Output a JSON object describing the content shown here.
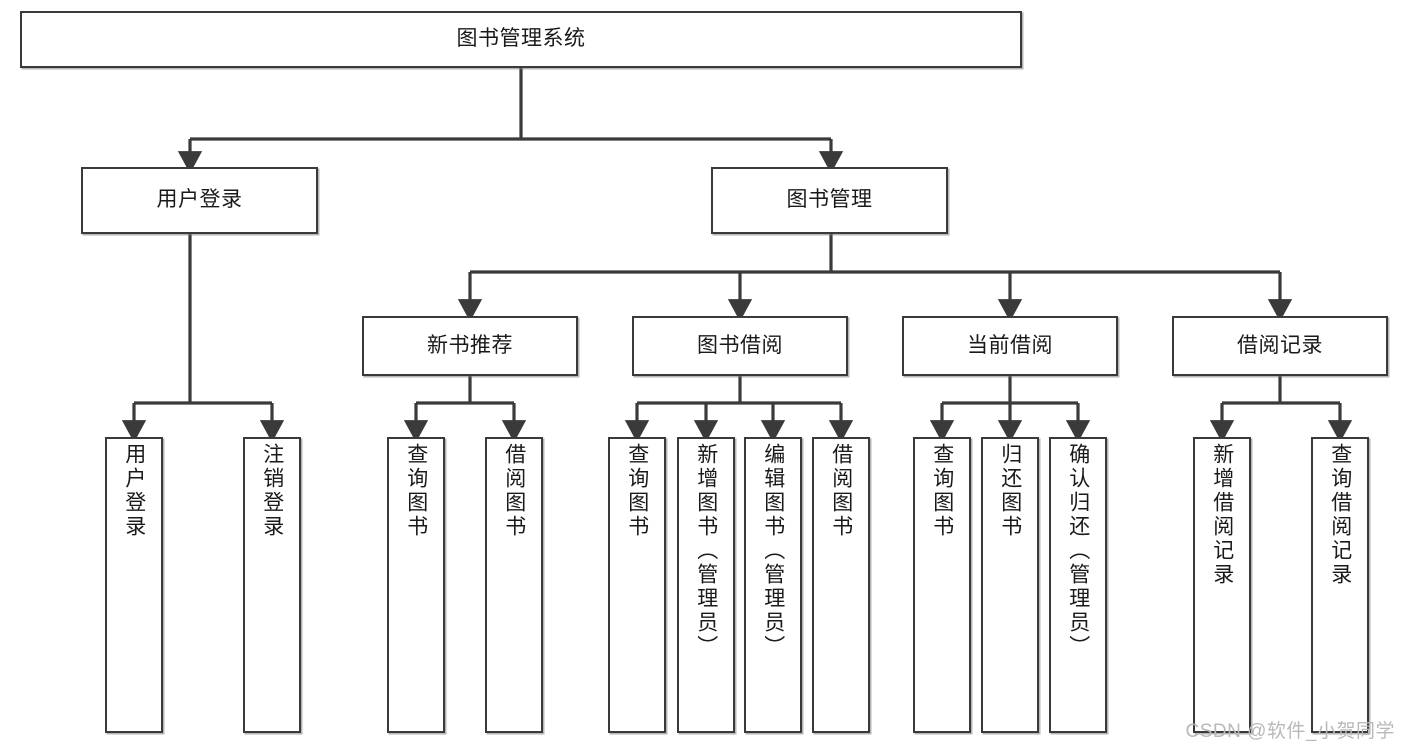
{
  "diagram": {
    "title": "图书管理系统",
    "type": "hierarchy-tree",
    "root": {
      "id": "root",
      "label": "图书管理系统",
      "orientation": "horizontal"
    },
    "level2": [
      {
        "id": "user-login",
        "label": "用户登录",
        "orientation": "horizontal"
      },
      {
        "id": "book-management",
        "label": "图书管理",
        "orientation": "horizontal"
      }
    ],
    "level3": [
      {
        "id": "new-book-recommend",
        "label": "新书推荐",
        "orientation": "horizontal",
        "parent": "book-management"
      },
      {
        "id": "book-borrow",
        "label": "图书借阅",
        "orientation": "horizontal",
        "parent": "book-management"
      },
      {
        "id": "current-borrow",
        "label": "当前借阅",
        "orientation": "horizontal",
        "parent": "book-management"
      },
      {
        "id": "borrow-record",
        "label": "借阅记录",
        "orientation": "horizontal",
        "parent": "book-management"
      }
    ],
    "leaves": [
      {
        "id": "leaf-user-login",
        "label": "用户登录",
        "parent": "user-login"
      },
      {
        "id": "leaf-user-logout",
        "label": "注销登录",
        "parent": "user-login"
      },
      {
        "id": "leaf-query-book-1",
        "label": "查询图书",
        "parent": "new-book-recommend"
      },
      {
        "id": "leaf-borrow-book-1",
        "label": "借阅图书",
        "parent": "new-book-recommend"
      },
      {
        "id": "leaf-query-book-2",
        "label": "查询图书",
        "parent": "book-borrow"
      },
      {
        "id": "leaf-add-book",
        "label": "新增图书（管理员）",
        "parent": "book-borrow"
      },
      {
        "id": "leaf-edit-book",
        "label": "编辑图书（管理员）",
        "parent": "book-borrow"
      },
      {
        "id": "leaf-borrow-book-2",
        "label": "借阅图书",
        "parent": "book-borrow"
      },
      {
        "id": "leaf-query-book-3",
        "label": "查询图书",
        "parent": "current-borrow"
      },
      {
        "id": "leaf-return-book",
        "label": "归还图书",
        "parent": "current-borrow"
      },
      {
        "id": "leaf-confirm-return",
        "label": "确认归还（管理员）",
        "parent": "current-borrow"
      },
      {
        "id": "leaf-add-record",
        "label": "新增借阅记录",
        "parent": "borrow-record"
      },
      {
        "id": "leaf-query-record",
        "label": "查询借阅记录",
        "parent": "borrow-record"
      }
    ]
  },
  "watermark": {
    "text": "CSDN @软件_小贺同学"
  },
  "colors": {
    "box_border": "#3a3a3a",
    "box_fill": "#ffffff",
    "connector": "#3a3a3a",
    "text": "#1a1a1a",
    "watermark": "#b9b9b9"
  }
}
